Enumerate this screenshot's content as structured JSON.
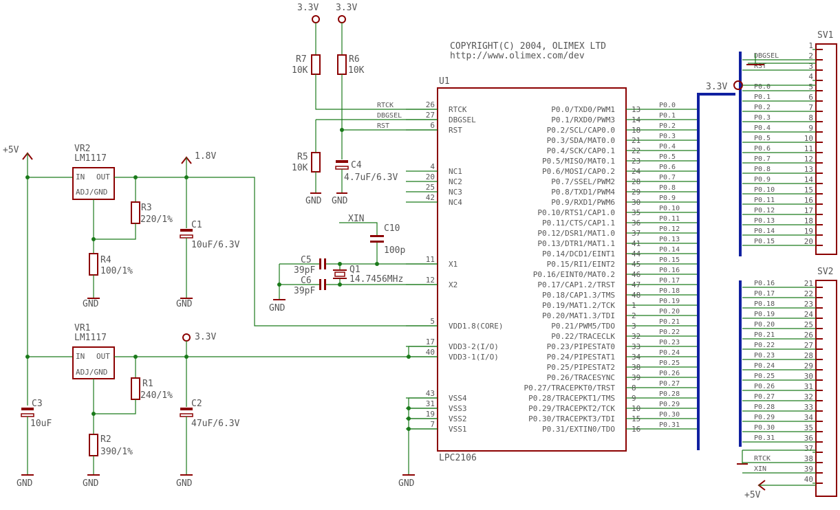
{
  "header": {
    "copyright": "COPYRIGHT(C) 2004, OLIMEX LTD",
    "url": "http://www.olimex.com/dev"
  },
  "power": {
    "p5v": "+5V",
    "p33": "3.3V",
    "p18": "1.8V",
    "gnd": "GND"
  },
  "vr2": {
    "ref": "VR2",
    "val": "LM1117",
    "in": "IN",
    "out": "OUT",
    "adj": "ADJ/GND"
  },
  "vr1": {
    "ref": "VR1",
    "val": "LM1117",
    "in": "IN",
    "out": "OUT",
    "adj": "ADJ/GND"
  },
  "parts": {
    "r3": {
      "ref": "R3",
      "val": "220/1%"
    },
    "r4": {
      "ref": "R4",
      "val": "100/1%"
    },
    "r1": {
      "ref": "R1",
      "val": "240/1%"
    },
    "r2": {
      "ref": "R2",
      "val": "390/1%"
    },
    "r7": {
      "ref": "R7",
      "val": "10K"
    },
    "r6": {
      "ref": "R6",
      "val": "10K"
    },
    "r5": {
      "ref": "R5",
      "val": "10K"
    },
    "c1": {
      "ref": "C1",
      "val": "10uF/6.3V"
    },
    "c2": {
      "ref": "C2",
      "val": "47uF/6.3V"
    },
    "c3": {
      "ref": "C3",
      "val": "10uF"
    },
    "c4": {
      "ref": "C4",
      "val": "4.7uF/6.3V"
    },
    "c5": {
      "ref": "C5",
      "val": "39pF"
    },
    "c6": {
      "ref": "C6",
      "val": "39pF"
    },
    "c10": {
      "ref": "C10",
      "val": "100p"
    },
    "q1": {
      "ref": "Q1",
      "val": "14.7456MHz"
    },
    "xin": "XIN"
  },
  "u1": {
    "ref": "U1",
    "name": "LPC2106",
    "left_pins": [
      {
        "num": "26",
        "name": "RTCK",
        "net": "RTCK"
      },
      {
        "num": "27",
        "name": "DBGSEL",
        "net": "DBGSEL"
      },
      {
        "num": "6",
        "name": "RST",
        "net": "RST"
      },
      {
        "num": "4",
        "name": "NC1",
        "net": ""
      },
      {
        "num": "20",
        "name": "NC2",
        "net": ""
      },
      {
        "num": "25",
        "name": "NC3",
        "net": ""
      },
      {
        "num": "42",
        "name": "NC4",
        "net": ""
      },
      {
        "num": "11",
        "name": "X1",
        "net": ""
      },
      {
        "num": "12",
        "name": "X2",
        "net": ""
      },
      {
        "num": "5",
        "name": "VDD1.8(CORE)",
        "net": ""
      },
      {
        "num": "17",
        "name": "VDD3-2(I/O)",
        "net": ""
      },
      {
        "num": "40",
        "name": "VDD3-1(I/O)",
        "net": ""
      },
      {
        "num": "43",
        "name": "VSS4",
        "net": ""
      },
      {
        "num": "31",
        "name": "VSS3",
        "net": ""
      },
      {
        "num": "19",
        "name": "VSS2",
        "net": ""
      },
      {
        "num": "7",
        "name": "VSS1",
        "net": ""
      }
    ],
    "right_pins": [
      {
        "num": "13",
        "name": "P0.0/TXD0/PWM1",
        "net": "P0.0"
      },
      {
        "num": "14",
        "name": "P0.1/RXD0/PWM3",
        "net": "P0.1"
      },
      {
        "num": "18",
        "name": "P0.2/SCL/CAP0.0",
        "net": "P0.2"
      },
      {
        "num": "21",
        "name": "P0.3/SDA/MAT0.0",
        "net": "P0.3"
      },
      {
        "num": "22",
        "name": "P0.4/SCK/CAP0.1",
        "net": "P0.4"
      },
      {
        "num": "23",
        "name": "P0.5/MISO/MAT0.1",
        "net": "P0.5"
      },
      {
        "num": "24",
        "name": "P0.6/MOSI/CAP0.2",
        "net": "P0.6"
      },
      {
        "num": "28",
        "name": "P0.7/SSEL/PWM2",
        "net": "P0.7"
      },
      {
        "num": "29",
        "name": "P0.8/TXD1/PWM4",
        "net": "P0.8"
      },
      {
        "num": "30",
        "name": "P0.9/RXD1/PWM6",
        "net": "P0.9"
      },
      {
        "num": "35",
        "name": "P0.10/RTS1/CAP1.0",
        "net": "P0.10"
      },
      {
        "num": "36",
        "name": "P0.11/CTS/CAP1.1",
        "net": "P0.11"
      },
      {
        "num": "37",
        "name": "P0.12/DSR1/MAT1.0",
        "net": "P0.12"
      },
      {
        "num": "41",
        "name": "P0.13/DTR1/MAT1.1",
        "net": "P0.13"
      },
      {
        "num": "44",
        "name": "P0.14/DCD1/EINT1",
        "net": "P0.14"
      },
      {
        "num": "45",
        "name": "P0.15/RI1/EINT2",
        "net": "P0.15"
      },
      {
        "num": "46",
        "name": "P0.16/EINT0/MAT0.2",
        "net": "P0.16"
      },
      {
        "num": "47",
        "name": "P0.17/CAP1.2/TRST",
        "net": "P0.17"
      },
      {
        "num": "48",
        "name": "P0.18/CAP1.3/TMS",
        "net": "P0.18"
      },
      {
        "num": "1",
        "name": "P0.19/MAT1.2/TCK",
        "net": "P0.19"
      },
      {
        "num": "2",
        "name": "P0.20/MAT1.3/TDI",
        "net": "P0.20"
      },
      {
        "num": "3",
        "name": "P0.21/PWM5/TDO",
        "net": "P0.21"
      },
      {
        "num": "32",
        "name": "P0.22/TRACECLK",
        "net": "P0.22"
      },
      {
        "num": "33",
        "name": "P0.23/PIPESTAT0",
        "net": "P0.23"
      },
      {
        "num": "34",
        "name": "P0.24/PIPESTAT1",
        "net": "P0.24"
      },
      {
        "num": "38",
        "name": "P0.25/PIPESTAT2",
        "net": "P0.25"
      },
      {
        "num": "39",
        "name": "P0.26/TRACESYNC",
        "net": "P0.26"
      },
      {
        "num": "8",
        "name": "P0.27/TRACEPKT0/TRST",
        "net": "P0.27"
      },
      {
        "num": "9",
        "name": "P0.28/TRACEPKT1/TMS",
        "net": "P0.28"
      },
      {
        "num": "10",
        "name": "P0.29/TRACEPKT2/TCK",
        "net": "P0.29"
      },
      {
        "num": "15",
        "name": "P0.30/TRACEPKT3/TDI",
        "net": "P0.30"
      },
      {
        "num": "16",
        "name": "P0.31/EXTIN0/TDO",
        "net": "P0.31"
      }
    ]
  },
  "sv1": {
    "ref": "SV1",
    "v33": "3.3V",
    "pins": [
      {
        "num": "1",
        "net": ""
      },
      {
        "num": "2",
        "net": "DBGSEL"
      },
      {
        "num": "3",
        "net": "RST"
      },
      {
        "num": "4",
        "net": ""
      },
      {
        "num": "5",
        "net": "P0.0"
      },
      {
        "num": "6",
        "net": "P0.1"
      },
      {
        "num": "7",
        "net": "P0.2"
      },
      {
        "num": "8",
        "net": "P0.3"
      },
      {
        "num": "9",
        "net": "P0.4"
      },
      {
        "num": "10",
        "net": "P0.5"
      },
      {
        "num": "11",
        "net": "P0.6"
      },
      {
        "num": "12",
        "net": "P0.7"
      },
      {
        "num": "13",
        "net": "P0.8"
      },
      {
        "num": "14",
        "net": "P0.9"
      },
      {
        "num": "15",
        "net": "P0.10"
      },
      {
        "num": "16",
        "net": "P0.11"
      },
      {
        "num": "17",
        "net": "P0.12"
      },
      {
        "num": "18",
        "net": "P0.13"
      },
      {
        "num": "19",
        "net": "P0.14"
      },
      {
        "num": "20",
        "net": "P0.15"
      }
    ]
  },
  "sv2": {
    "ref": "SV2",
    "v5": "+5V",
    "pins": [
      {
        "num": "21",
        "net": "P0.16"
      },
      {
        "num": "22",
        "net": "P0.17"
      },
      {
        "num": "23",
        "net": "P0.18"
      },
      {
        "num": "24",
        "net": "P0.19"
      },
      {
        "num": "25",
        "net": "P0.20"
      },
      {
        "num": "26",
        "net": "P0.21"
      },
      {
        "num": "27",
        "net": "P0.22"
      },
      {
        "num": "28",
        "net": "P0.23"
      },
      {
        "num": "29",
        "net": "P0.24"
      },
      {
        "num": "30",
        "net": "P0.25"
      },
      {
        "num": "31",
        "net": "P0.26"
      },
      {
        "num": "32",
        "net": "P0.27"
      },
      {
        "num": "33",
        "net": "P0.28"
      },
      {
        "num": "34",
        "net": "P0.29"
      },
      {
        "num": "35",
        "net": "P0.30"
      },
      {
        "num": "36",
        "net": "P0.31"
      },
      {
        "num": "37",
        "net": ""
      },
      {
        "num": "38",
        "net": "RTCK"
      },
      {
        "num": "39",
        "net": "XIN"
      },
      {
        "num": "40",
        "net": ""
      }
    ]
  }
}
